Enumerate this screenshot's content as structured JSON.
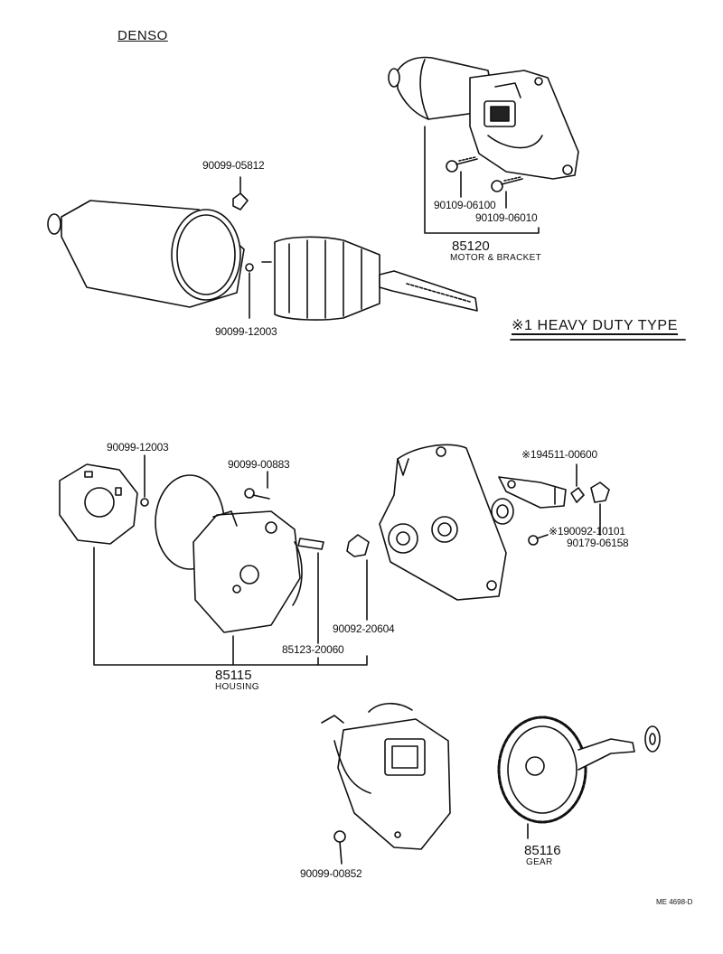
{
  "brand": "DENSO",
  "heavy_duty_note": "※1 HEAVY DUTY TYPE",
  "part_numbers": {
    "cap_nut": "90099-05812",
    "bolt_1": "90109-06100",
    "bolt_2": "90109-06010",
    "ball_1": "90099-12003",
    "ball_2": "90099-12003",
    "screw_1": "90099-00883",
    "stud": "85123-20060",
    "nut": "90092-20604",
    "terminal": "※194511-00600",
    "bolt_3": "※190092-10101",
    "nut_2": "90179-06158",
    "screw_2": "90099-00852"
  },
  "assemblies": {
    "motor_bracket": {
      "number": "85120",
      "name": "MOTOR & BRACKET"
    },
    "housing": {
      "number": "85115",
      "name": "HOUSING"
    },
    "gear": {
      "number": "85116",
      "name": "GEAR"
    }
  },
  "drawing_code": "ME 4698-D"
}
